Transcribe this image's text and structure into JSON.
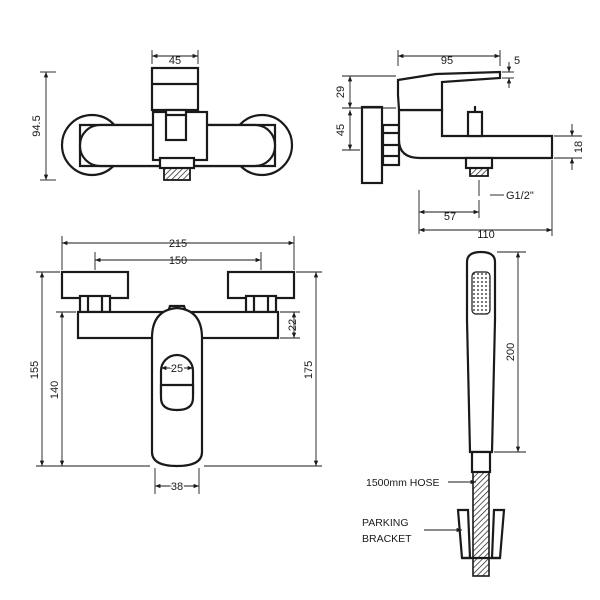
{
  "top_view": {
    "width_45": "45",
    "height_94_5": "94.5"
  },
  "side_view": {
    "width_95": "95",
    "gap_5": "5",
    "height_29": "29",
    "height_45": "45",
    "height_18": "18",
    "offset_57": "57",
    "thread": "G1/2\"",
    "width_110": "110"
  },
  "front_view": {
    "width_215": "215",
    "width_150": "150",
    "height_22": "22",
    "width_25": "25",
    "height_155": "155",
    "height_140": "140",
    "height_175": "175",
    "width_38": "38"
  },
  "handset": {
    "length_200": "200",
    "hose_label": "1500mm HOSE",
    "bracket_label_line1": "PARKING",
    "bracket_label_line2": "BRACKET"
  }
}
